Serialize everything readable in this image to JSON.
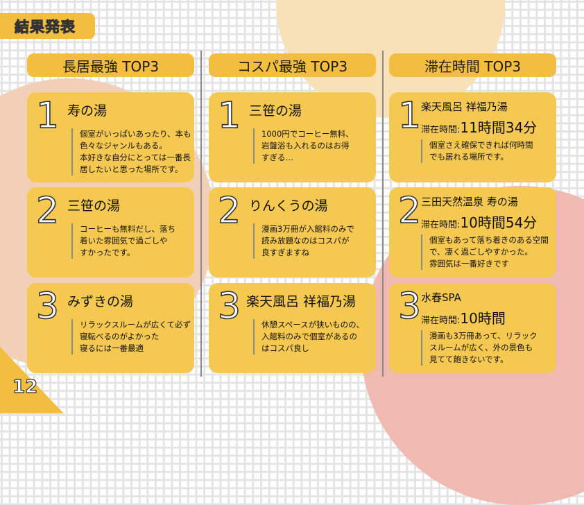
{
  "page": {
    "title": "結果発表",
    "page_number": "12",
    "colors": {
      "accent": "#f3bd3f",
      "card": "#f5c851",
      "circle_top": "#f9e1b7",
      "circle_left": "#f2cfb7",
      "circle_right": "#f0b9b2"
    }
  },
  "columns": [
    {
      "header": "長居最強 TOP3",
      "items": [
        {
          "rank": "1",
          "name": "寿の湯",
          "desc": [
            "個室がいっぱいあったり、本も",
            "色々なジャンルもある。",
            "本好きな自分にとっては一番長",
            "居したいと思った場所です。"
          ]
        },
        {
          "rank": "2",
          "name": "三笹の湯",
          "desc": [
            "コーヒーも無料だし、落ち",
            "着いた雰囲気で過ごしや",
            "すかったです。"
          ]
        },
        {
          "rank": "3",
          "name": "みずきの湯",
          "desc": [
            "リラックスルームが広くて必ず",
            "寝転べるのがよかった",
            "寝るには一番最適"
          ]
        }
      ]
    },
    {
      "header": "コスパ最強 TOP3",
      "items": [
        {
          "rank": "1",
          "name": "三笹の湯",
          "desc": [
            "1000円でコーヒー無料、",
            "岩盤浴も入れるのはお得",
            "すぎる…"
          ]
        },
        {
          "rank": "2",
          "name": "りんくうの湯",
          "desc": [
            "漫画3万冊が入館料のみで",
            "読み放題なのはコスパが",
            "良すぎますね"
          ]
        },
        {
          "rank": "3",
          "name": "楽天風呂 祥福乃湯",
          "desc": [
            "休憩スペースが狭いものの、",
            "入館料のみで個室があるの",
            "はコスパ良し"
          ]
        }
      ]
    },
    {
      "header": "滞在時間 TOP3",
      "items": [
        {
          "rank": "1",
          "name": "楽天風呂 祥福乃湯",
          "stay_label": "滞在時間:",
          "stay_value": "11時間34分",
          "desc": [
            "個室さえ確保できれば何時間",
            "でも居れる場所です。"
          ]
        },
        {
          "rank": "2",
          "name": "三田天然温泉 寿の湯",
          "stay_label": "滞在時間:",
          "stay_value": "10時間54分",
          "desc": [
            "個室もあって落ち着きのある空間",
            "で、凄く過ごしやすかった。",
            "雰囲気は一番好きです"
          ]
        },
        {
          "rank": "3",
          "name": "水春SPA",
          "stay_label": "滞在時間:",
          "stay_value": "10時間",
          "desc": [
            "漫画も3万冊あって、リラック",
            "スルームが広く、外の景色も",
            "見てて飽きないです。"
          ]
        }
      ]
    }
  ]
}
